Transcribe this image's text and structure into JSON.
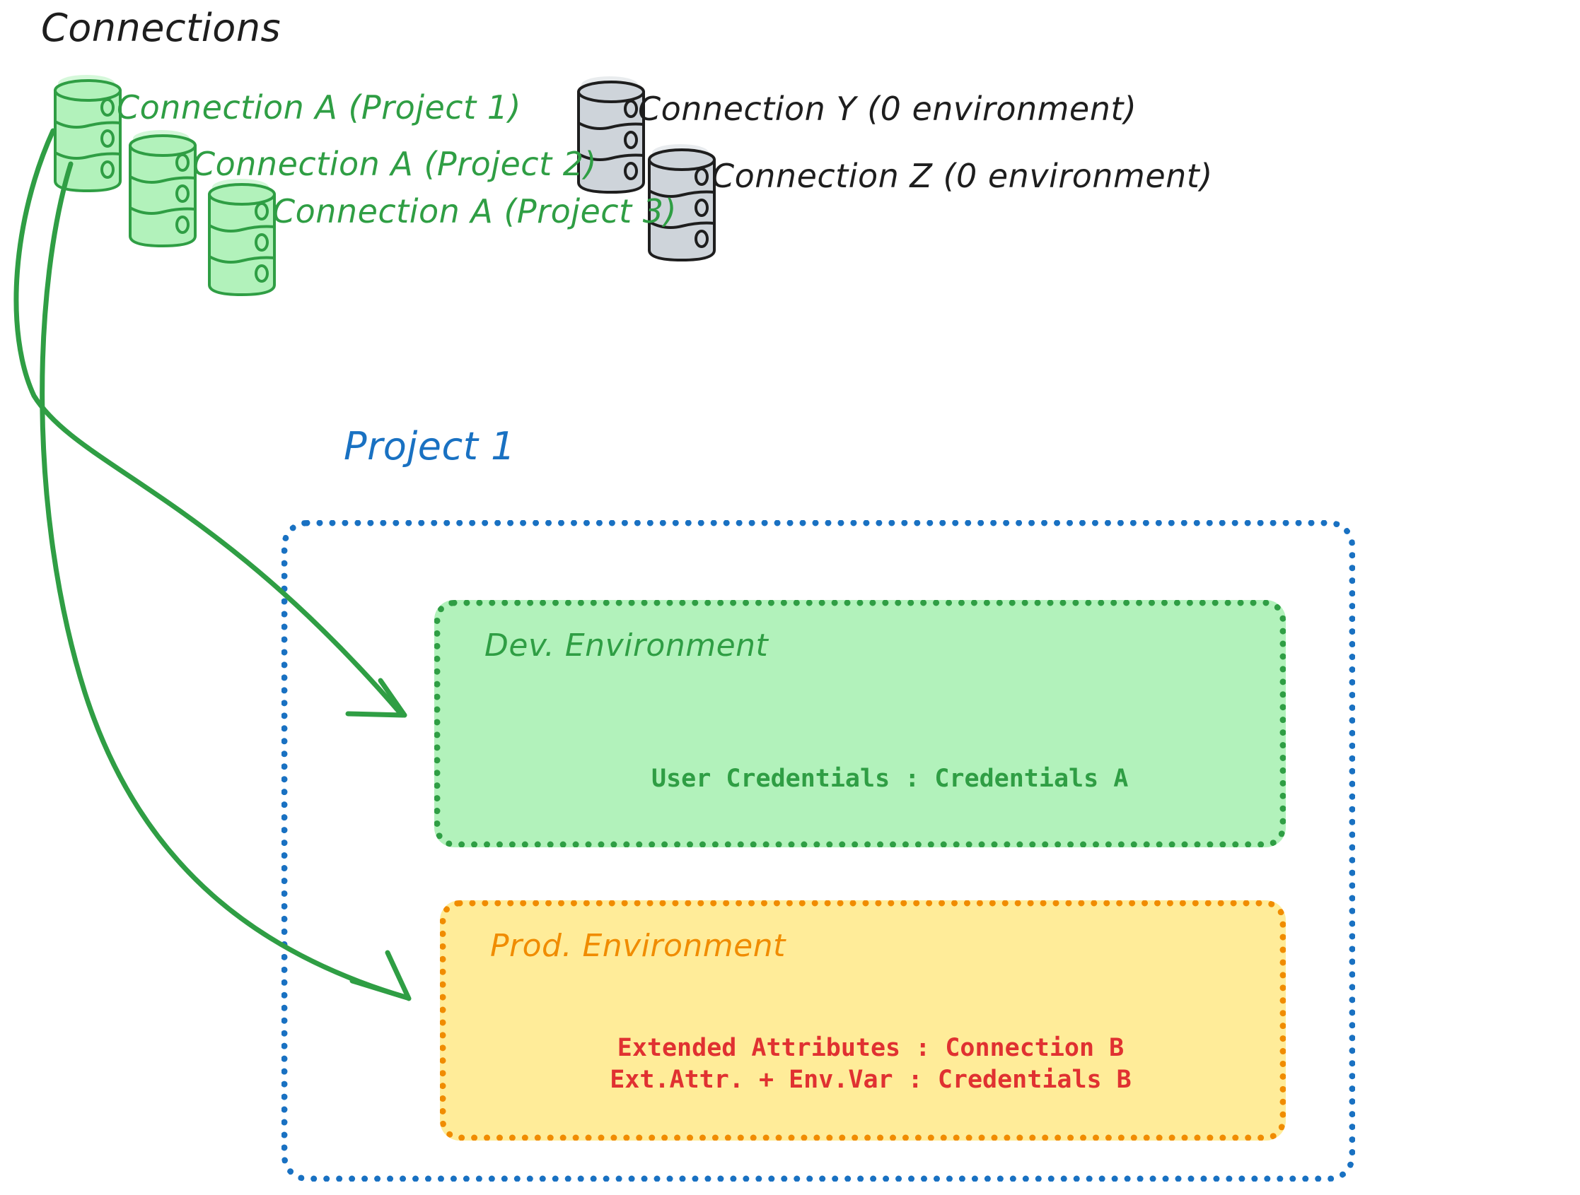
{
  "title": "Connections",
  "connections": {
    "green": [
      {
        "label": "Connection A (Project 1)",
        "icon": "database-icon",
        "color": "#2f9e44"
      },
      {
        "label": "Connection A (Project 2)",
        "icon": "database-icon",
        "color": "#2f9e44"
      },
      {
        "label": "Connection A (Project 3)",
        "icon": "database-icon",
        "color": "#2f9e44"
      }
    ],
    "gray": [
      {
        "label": "Connection Y (0 environment)",
        "icon": "database-icon",
        "color": "#1e1e1e"
      },
      {
        "label": "Connection Z (0 environment)",
        "icon": "database-icon",
        "color": "#1e1e1e"
      }
    ]
  },
  "project": {
    "title": "Project 1",
    "color": "#1971c2",
    "environments": [
      {
        "name": "Dev. Environment",
        "title_color": "#2f9e44",
        "border_color": "#2f9e44",
        "fill_color": "#b2f2bb",
        "lines": [
          "User Credentials : Credentials A"
        ],
        "code_color": "#2f9e44"
      },
      {
        "name": "Prod. Environment",
        "title_color": "#f08c00",
        "border_color": "#f08c00",
        "fill_color": "#ffec99",
        "lines": [
          "Extended Attributes : Connection B",
          "Ext.Attr. + Env.Var : Credentials B"
        ],
        "code_color": "#e03131"
      }
    ]
  },
  "arrows": [
    {
      "from": "Connection A (Project 1)",
      "to": "Dev. Environment",
      "color": "#2f9e44"
    },
    {
      "from": "Connection A (Project 1)",
      "to": "Prod. Environment",
      "color": "#2f9e44"
    }
  ],
  "colors": {
    "green_stroke": "#2f9e44",
    "green_fill": "#b2f2bb",
    "gray_stroke": "#1e1e1e",
    "gray_fill": "#ced4da",
    "blue": "#1971c2",
    "orange": "#f08c00",
    "yellow_fill": "#ffec99",
    "red": "#e03131",
    "ink": "#1e1e1e"
  }
}
